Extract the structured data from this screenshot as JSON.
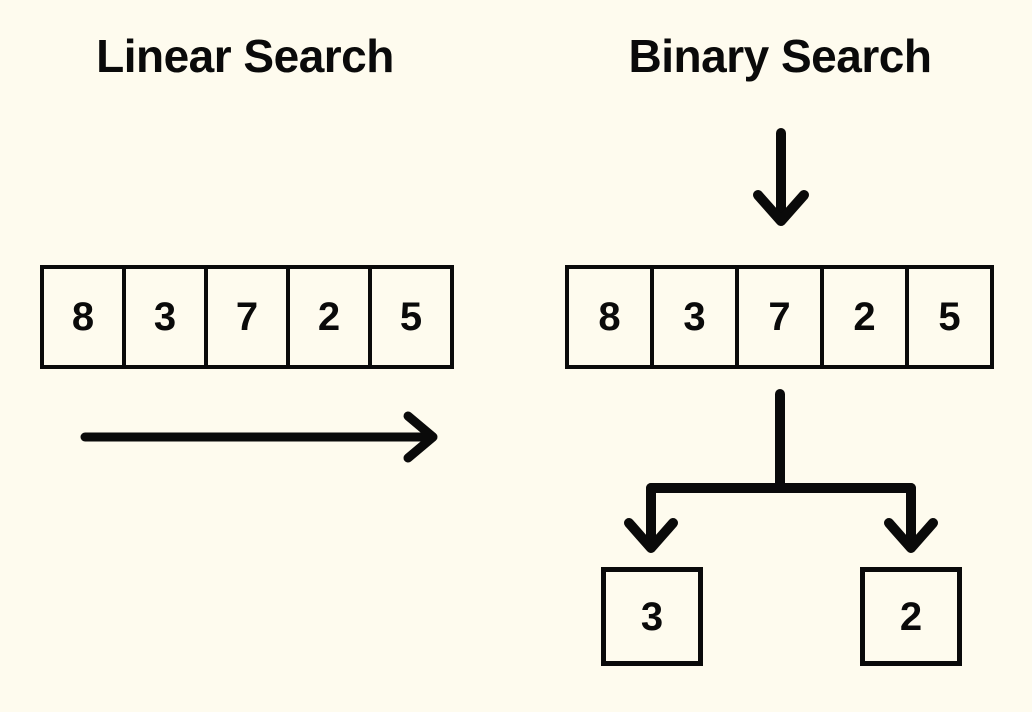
{
  "background_color": "#FEFBEE",
  "ink_color": "#0A0A0A",
  "panels": {
    "linear": {
      "title": "Linear Search",
      "array_label": "unsorted-array",
      "array_values": [
        "8",
        "3",
        "7",
        "2",
        "5"
      ],
      "scan_arrow": {
        "name": "left-to-right-scan-arrow",
        "direction": "right"
      }
    },
    "binary": {
      "title": "Binary Search",
      "array_label": "array",
      "array_values": [
        "8",
        "3",
        "7",
        "2",
        "5"
      ],
      "probe_arrow": {
        "name": "midpoint-probe-arrow",
        "direction": "down",
        "targets_index": 2,
        "target_value": "7"
      },
      "split": {
        "name": "binary-split-connector",
        "branches": [
          "left",
          "right"
        ]
      },
      "results": [
        {
          "name": "left-half-result",
          "value": "3"
        },
        {
          "name": "right-half-result",
          "value": "2"
        }
      ]
    }
  }
}
